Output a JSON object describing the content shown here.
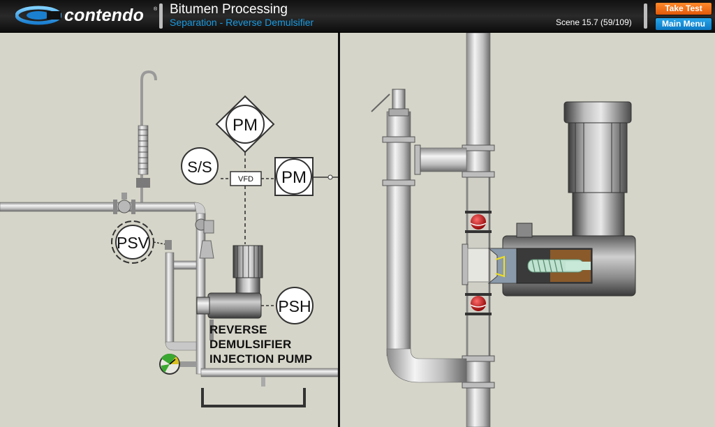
{
  "header": {
    "logo_text": "contendo",
    "logo_mark": "®",
    "title": "Bitumen Processing",
    "subtitle": "Separation - Reverse Demulsifier",
    "scene_label": "Scene 15.7 (59/109)",
    "take_test_label": "Take Test",
    "main_menu_label": "Main Menu"
  },
  "diagram": {
    "instruments": {
      "pm_top": "PM",
      "pm_right": "PM",
      "ss": "S/S",
      "vfd": "VFD",
      "psv": "PSV",
      "psh": "PSH"
    },
    "pump_label": [
      "REVERSE",
      "DEMULSIFIER",
      "INJECTION PUMP"
    ]
  },
  "colors": {
    "background": "#d6d5c9",
    "accent_orange": "#f07018",
    "accent_blue": "#1a9ae0",
    "pipe": "#c8c8c8",
    "valve_red": "#b81010",
    "gauge_green": "#3aa830"
  }
}
